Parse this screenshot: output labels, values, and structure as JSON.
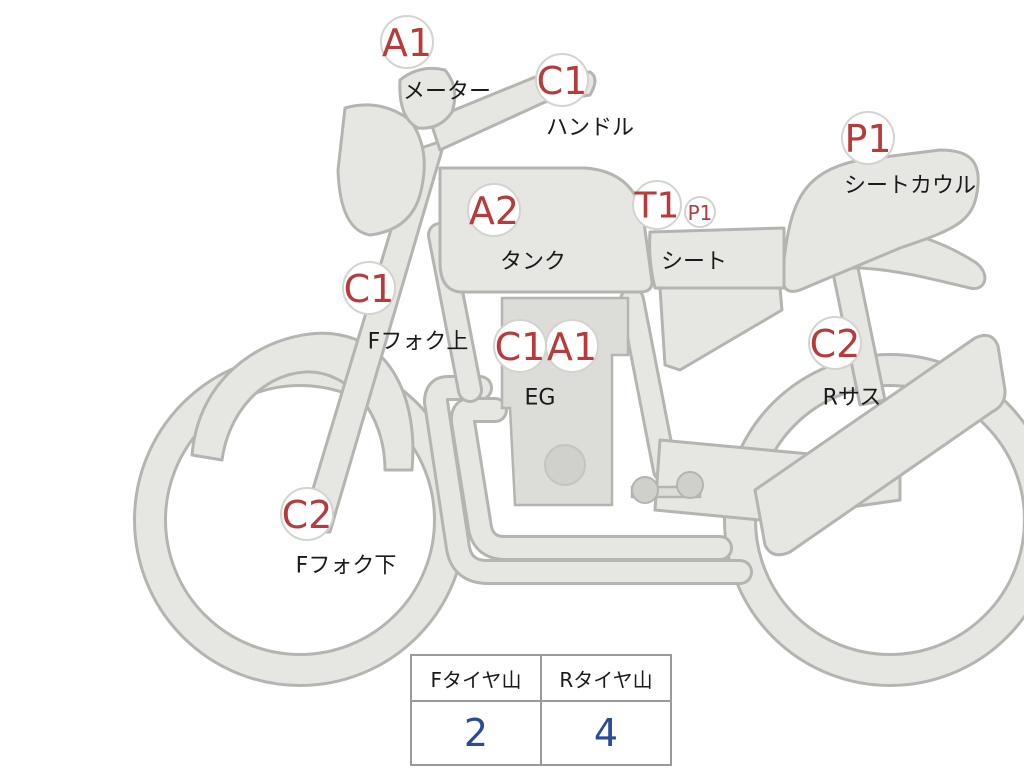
{
  "badge_color": "#b83a3a",
  "value_color": "#2a4a9a",
  "parts": [
    {
      "id": "meter",
      "label": "メーター",
      "badges": [
        "A1"
      ]
    },
    {
      "id": "handle",
      "label": "ハンドル",
      "badges": [
        "C1"
      ]
    },
    {
      "id": "seat-cowl",
      "label": "シートカウル",
      "badges": [
        "P1"
      ]
    },
    {
      "id": "tank",
      "label": "タンク",
      "badges": [
        "A2"
      ]
    },
    {
      "id": "seat",
      "label": "シート",
      "badges": [
        "T1",
        "P1"
      ]
    },
    {
      "id": "fork-upper",
      "label": "Fフォク上",
      "badges": [
        "C1"
      ]
    },
    {
      "id": "engine",
      "label": "EG",
      "badges": [
        "C1",
        "A1"
      ]
    },
    {
      "id": "rear-suspension",
      "label": "Rサス",
      "badges": [
        "C2"
      ]
    },
    {
      "id": "fork-lower",
      "label": "Fフォク下",
      "badges": [
        "C2"
      ]
    }
  ],
  "tire_table": {
    "headers": [
      "Fタイヤ山",
      "Rタイヤ山"
    ],
    "values": [
      "2",
      "4"
    ]
  }
}
